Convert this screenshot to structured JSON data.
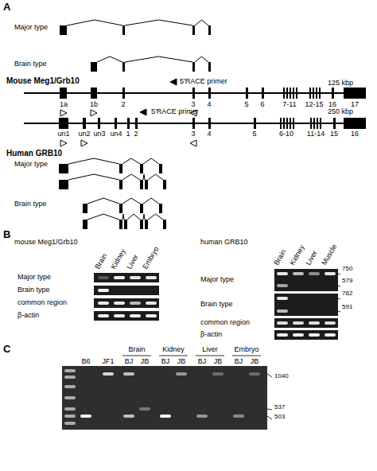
{
  "diagram": {
    "labels": [
      "A",
      "Major type",
      "Brain type",
      "Mouse Meg1/Grb10",
      "5'RACE primer",
      "125 kbp",
      "1a",
      "1b",
      "2",
      "3",
      "4",
      "5",
      "6",
      "7-11",
      "12-15",
      "16",
      "17",
      "5'RACE primer",
      "250 kbp",
      "un1",
      "un2",
      "un3",
      "un4",
      "1",
      "2",
      "3",
      "4",
      "5",
      "6-10",
      "11-14",
      "15",
      "16",
      "Human GRB10",
      "Major type",
      "Brain type",
      "B",
      "mouse Meg1/Grb10",
      "Brain",
      "Kidney",
      "Liver",
      "Embryo",
      "Major type",
      "Brain type",
      "common region",
      "β-actin",
      "human GRB10",
      "Brain",
      "Kidney",
      "Liver",
      "Muscle",
      "Major type",
      "Brain type",
      "common region",
      "β-actin",
      "750",
      "579",
      "762",
      "591",
      "C",
      "B6",
      "JF1",
      "Brain",
      "BJ",
      "JB",
      "Kidney",
      "BJ",
      "JB",
      "Liver",
      "BJ",
      "JB",
      "Embryo",
      "BJ",
      "JB",
      "1040",
      "537",
      "503"
    ]
  }
}
